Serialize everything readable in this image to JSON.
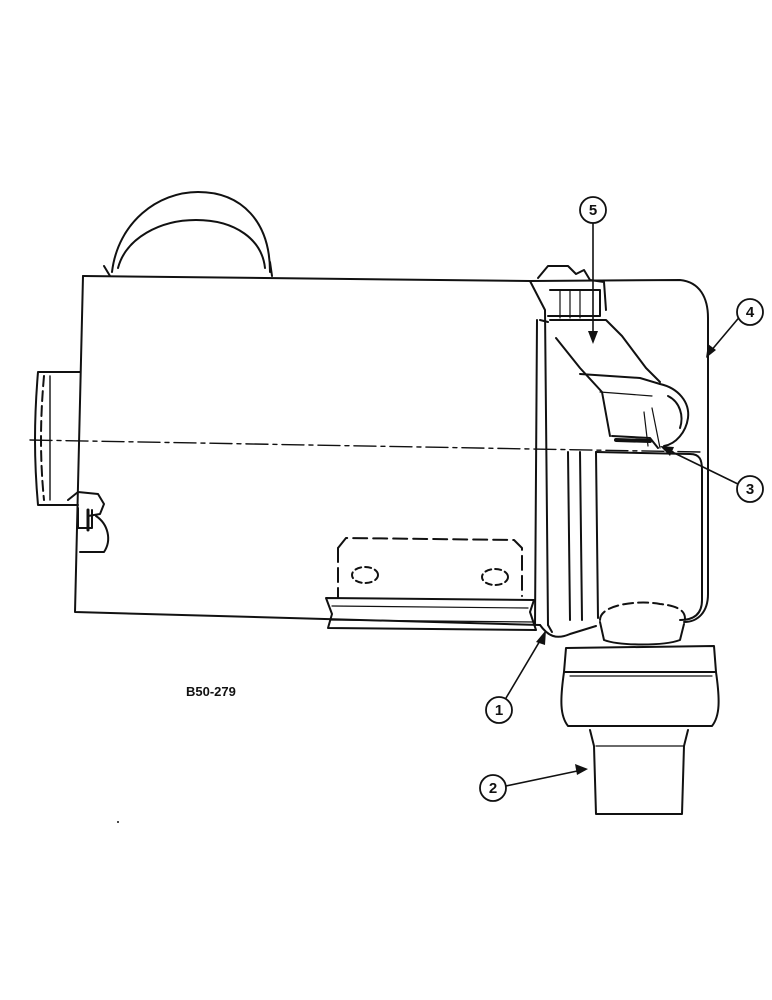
{
  "figure_code": "B50-279",
  "callouts": [
    {
      "id": "1",
      "label": "1"
    },
    {
      "id": "2",
      "label": "2"
    },
    {
      "id": "3",
      "label": "3"
    },
    {
      "id": "4",
      "label": "4"
    },
    {
      "id": "5",
      "label": "5"
    }
  ],
  "colors": {
    "ink": "#111111",
    "paper": "#ffffff",
    "shade": "#2a2a2a"
  }
}
